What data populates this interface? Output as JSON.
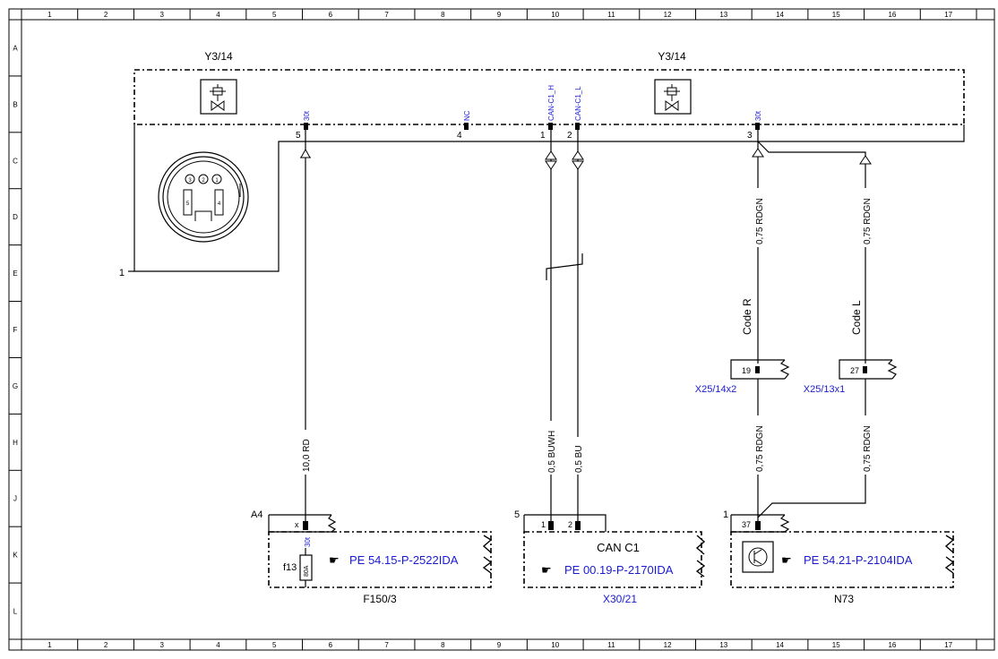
{
  "grid": {
    "columns": [
      "1",
      "2",
      "3",
      "4",
      "5",
      "6",
      "7",
      "8",
      "9",
      "10",
      "11",
      "12",
      "13",
      "14",
      "15",
      "16",
      "17"
    ],
    "rows": [
      "A",
      "B",
      "C",
      "D",
      "E",
      "F",
      "G",
      "H",
      "J",
      "K",
      "L"
    ]
  },
  "components": {
    "y3_14_left_label": "Y3/14",
    "y3_14_right_label": "Y3/14",
    "f150": {
      "label": "F150/3",
      "connector": "A4",
      "fuse": "f13",
      "fuse_rating": "80A",
      "ref": "PE 54.15-P-2522IDA",
      "pin_label": "x",
      "pin_signal": "30t"
    },
    "x30": {
      "label": "X30/21",
      "connector": "5",
      "title": "CAN C1",
      "ref": "PE 00.19-P-2170IDA",
      "pin1": "1",
      "pin2": "2"
    },
    "n73": {
      "label": "N73",
      "connector": "1",
      "ref": "PE 54.21-P-2104IDA",
      "pin": "37"
    },
    "ground_label": "1"
  },
  "pins_top": [
    {
      "num": "5",
      "signal": "30t"
    },
    {
      "num": "4",
      "signal": "NC"
    },
    {
      "num": "1",
      "signal": "CAN-C1_H"
    },
    {
      "num": "2",
      "signal": "CAN-C1_L"
    },
    {
      "num": "3",
      "signal": "30t"
    }
  ],
  "connector_face": {
    "pins_top": [
      "3",
      "2",
      "1"
    ],
    "pin_left": "5",
    "pin_right": "4"
  },
  "wires": {
    "power": "10,0 RD",
    "can_h": "0,5 BUWH",
    "can_l": "0,5 BU",
    "code_r_upper": "0,75 RDGN",
    "code_l_upper": "0,75 RDGN",
    "code_r_lower": "0,75 RDGN",
    "code_l_lower": "0,75 RDGN"
  },
  "codes": {
    "r": "Code R",
    "l": "Code L"
  },
  "splices": {
    "x25_14x2": {
      "label": "X25/14x2",
      "pin": "19"
    },
    "x25_13x1": {
      "label": "X25/13x1",
      "pin": "27"
    }
  },
  "colors": {
    "reference_blue": "#1a1ad0",
    "line": "#000000"
  }
}
